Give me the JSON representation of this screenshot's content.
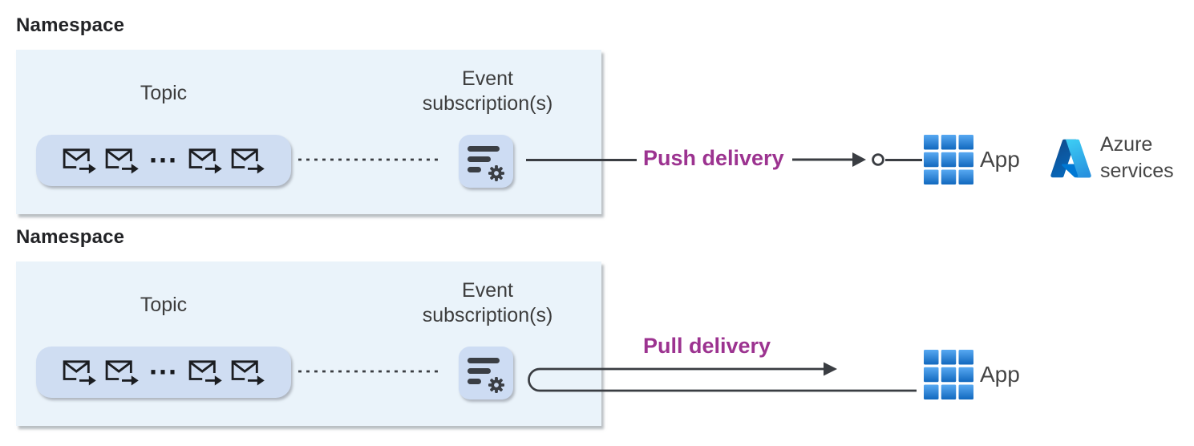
{
  "sections": {
    "push": {
      "namespace_label": "Namespace",
      "topic_label": "Topic",
      "topic_ellipsis": "···",
      "event_subscription_label": "Event subscription(s)",
      "delivery_label": "Push delivery",
      "app_label": "App",
      "azure_services_label": "Azure services"
    },
    "pull": {
      "namespace_label": "Namespace",
      "topic_label": "Topic",
      "topic_ellipsis": "···",
      "event_subscription_label": "Event subscription(s)",
      "delivery_label": "Pull delivery",
      "app_label": "App"
    }
  },
  "icons": {
    "message_icon": "✉→ envelope with forward arrow",
    "ellipsis_icon": "···",
    "event_subscription_icon": "filter lines + gear ⚙",
    "push_arrowhead_icon": "▶",
    "endpoint_circle_icon": "○",
    "pull_loop_arrow_icon": "u-turn arrow →",
    "app_icon": "3×3 blue grid",
    "azure_icon": "Azure A logo"
  },
  "colors": {
    "delivery_label": "#9c3390",
    "namespace_box_fill": "#eaf3fa",
    "topic_pill_fill": "#cfddf2",
    "event_icon_fill": "#cddcf3",
    "connector": "#3a3d42",
    "envelope": "#1b1d21",
    "app_gradient_top": "#58a9f2",
    "app_gradient_bottom": "#1168be",
    "azure_blue": "#0078d4"
  }
}
